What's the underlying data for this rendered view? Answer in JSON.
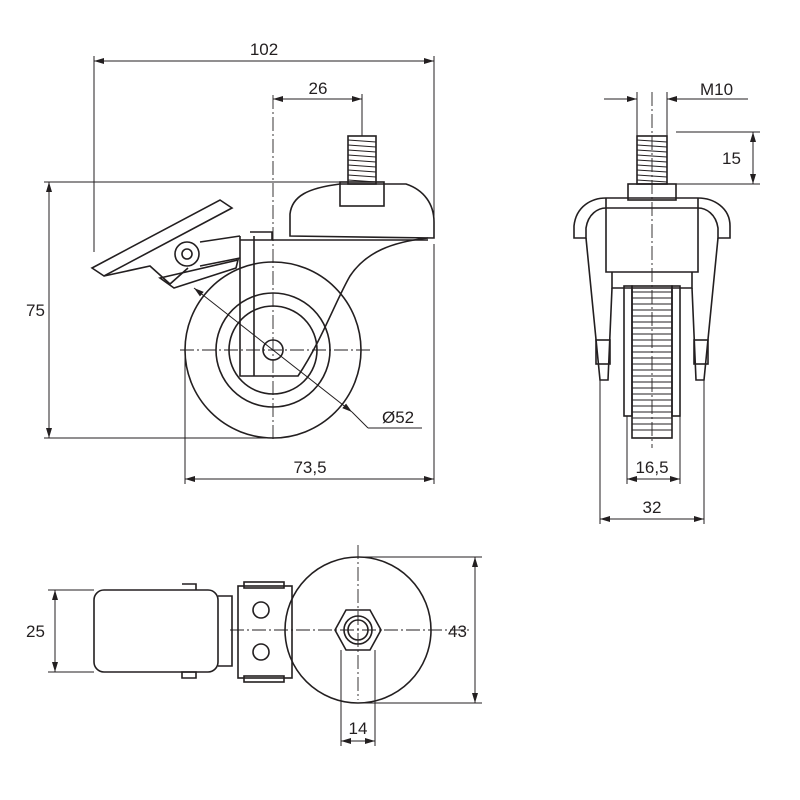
{
  "side_view": {
    "dim_total_length": "102",
    "dim_offset": "26",
    "dim_height": "75",
    "dim_wheel_diameter": "Ø52",
    "dim_base_length": "73,5"
  },
  "front_view": {
    "dim_thread": "M10",
    "dim_thread_length": "15",
    "dim_wheel_width": "16,5",
    "dim_total_width": "32"
  },
  "top_view": {
    "dim_brake_width": "25",
    "dim_plate_diameter": "43",
    "dim_hex_width": "14"
  }
}
